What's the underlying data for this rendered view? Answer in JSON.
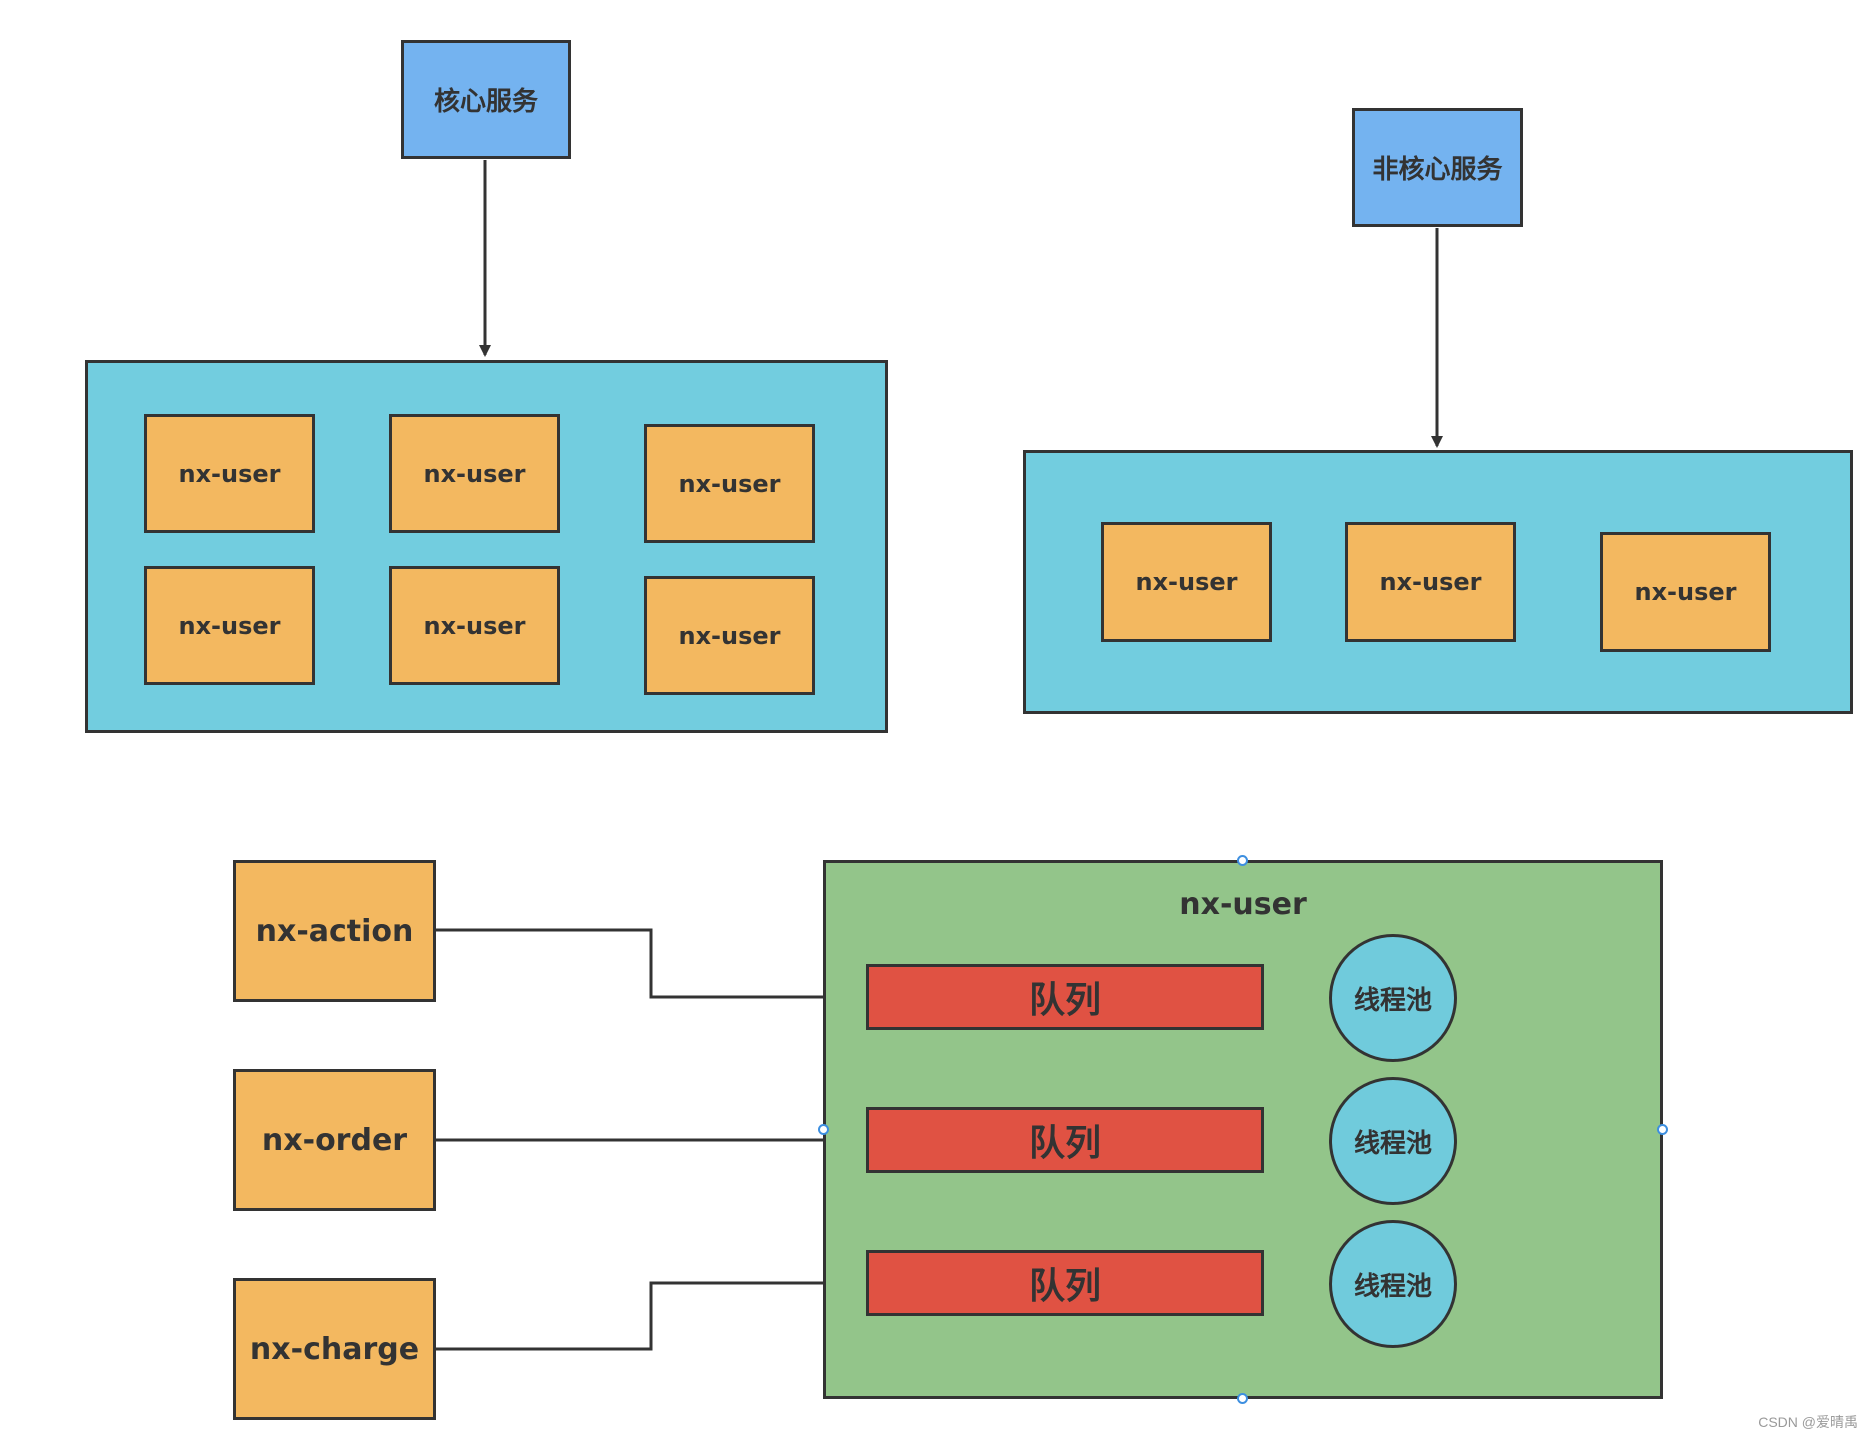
{
  "top_left": {
    "service_label": "核心服务",
    "instances": [
      "nx-user",
      "nx-user",
      "nx-user",
      "nx-user",
      "nx-user",
      "nx-user"
    ]
  },
  "top_right": {
    "service_label": "非核心服务",
    "instances": [
      "nx-user",
      "nx-user",
      "nx-user"
    ]
  },
  "bottom": {
    "sources": [
      "nx-action",
      "nx-order",
      "nx-charge"
    ],
    "container_title": "nx-user",
    "queues": [
      "队列",
      "队列",
      "队列"
    ],
    "pools": [
      "线程池",
      "线程池",
      "线程池"
    ]
  },
  "watermark": "CSDN @爱晴禹",
  "colors": {
    "service_blue": "#74b3f0",
    "container_cyan": "#72cddf",
    "instance_orange": "#f3b860",
    "container_green": "#93c58a",
    "queue_red": "#e05243",
    "pool_cyan": "#70cbdc"
  }
}
